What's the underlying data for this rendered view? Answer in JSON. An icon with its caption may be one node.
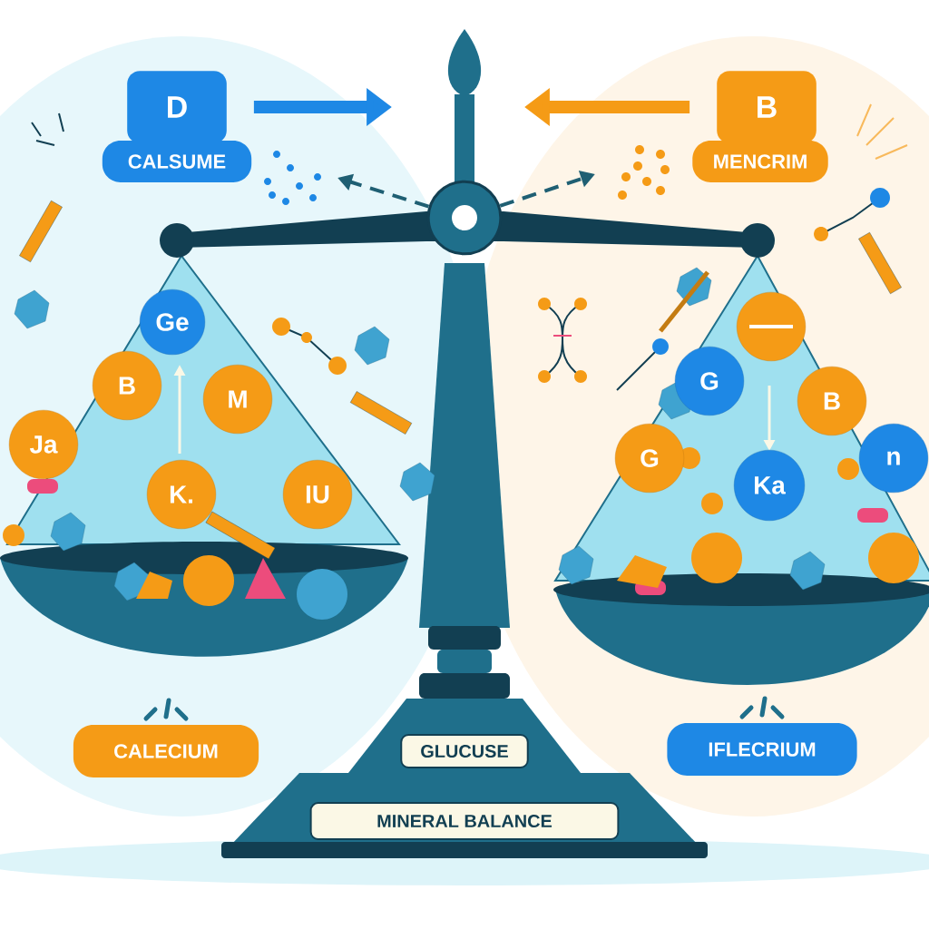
{
  "diagram": {
    "nodes": [
      {
        "text": [
          "D"
        ]
      },
      {
        "text": [
          "CALSUME"
        ]
      },
      {
        "text": [
          "B"
        ]
      },
      {
        "text": [
          "MENCRIM"
        ]
      },
      {
        "text": [],
        "shape": "circle"
      },
      {
        "text": [
          "Ge"
        ]
      },
      {
        "text": [
          "B"
        ]
      },
      {
        "text": [
          "M"
        ]
      },
      {
        "text": [
          "Ja"
        ]
      },
      {
        "text": [
          "K."
        ]
      },
      {
        "text": [
          "IU"
        ]
      },
      {
        "text": [],
        "shape": "circle"
      },
      {
        "text": [
          "G"
        ]
      },
      {
        "text": [
          "B"
        ]
      },
      {
        "text": [
          "G"
        ]
      },
      {
        "text": [
          "Ka"
        ]
      },
      {
        "text": [
          "n"
        ]
      },
      {
        "text": [
          "CALECIUM"
        ]
      },
      {
        "text": [
          "GLUCUSE"
        ]
      },
      {
        "text": [
          "IFLECRIUM"
        ]
      },
      {
        "text": [
          "MINERAL BALANCE"
        ]
      }
    ],
    "edges": [
      {
        "from": 0,
        "to": null,
        "arrow": "to",
        "style": "thick",
        "color": "#1e88e5"
      },
      {
        "from": 2,
        "to": null,
        "arrow": "to",
        "style": "thick",
        "color": "#f59b16"
      },
      {
        "from": 4,
        "to": null,
        "arrow": "to",
        "style": "dashed"
      },
      {
        "from": 4,
        "to": null,
        "arrow": "to",
        "style": "dashed"
      }
    ]
  }
}
